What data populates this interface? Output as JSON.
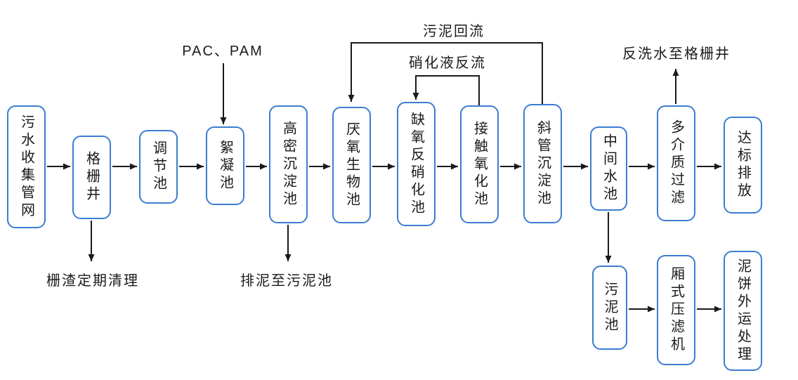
{
  "flow": {
    "nodes": [
      {
        "label": "污水收集管网"
      },
      {
        "label": "格栅井"
      },
      {
        "label": "调节池"
      },
      {
        "label": "絮凝池"
      },
      {
        "label": "高密沉淀池"
      },
      {
        "label": "厌氧生物池"
      },
      {
        "label": "缺氧反硝化池"
      },
      {
        "label": "接触氧化池"
      },
      {
        "label": "斜管沉淀池"
      },
      {
        "label": "中间水池"
      },
      {
        "label": "多介质过滤"
      },
      {
        "label": "达标排放"
      },
      {
        "label": "污泥池"
      },
      {
        "label": "厢式压滤机"
      },
      {
        "label": "泥饼外运处理"
      }
    ],
    "annotations": {
      "dosing": "PAC、PAM",
      "sludge_return": "污泥回流",
      "nitrate_recycle": "硝化液反流",
      "backwash": "反洗水至格栅井",
      "screenings": "栅渣定期清理",
      "sludge_discharge": "排泥至污泥池"
    },
    "colors": {
      "box_border": "#3b7cd3",
      "line": "#1a1a1a",
      "text": "#1a1a1a",
      "background": "#ffffff"
    }
  }
}
